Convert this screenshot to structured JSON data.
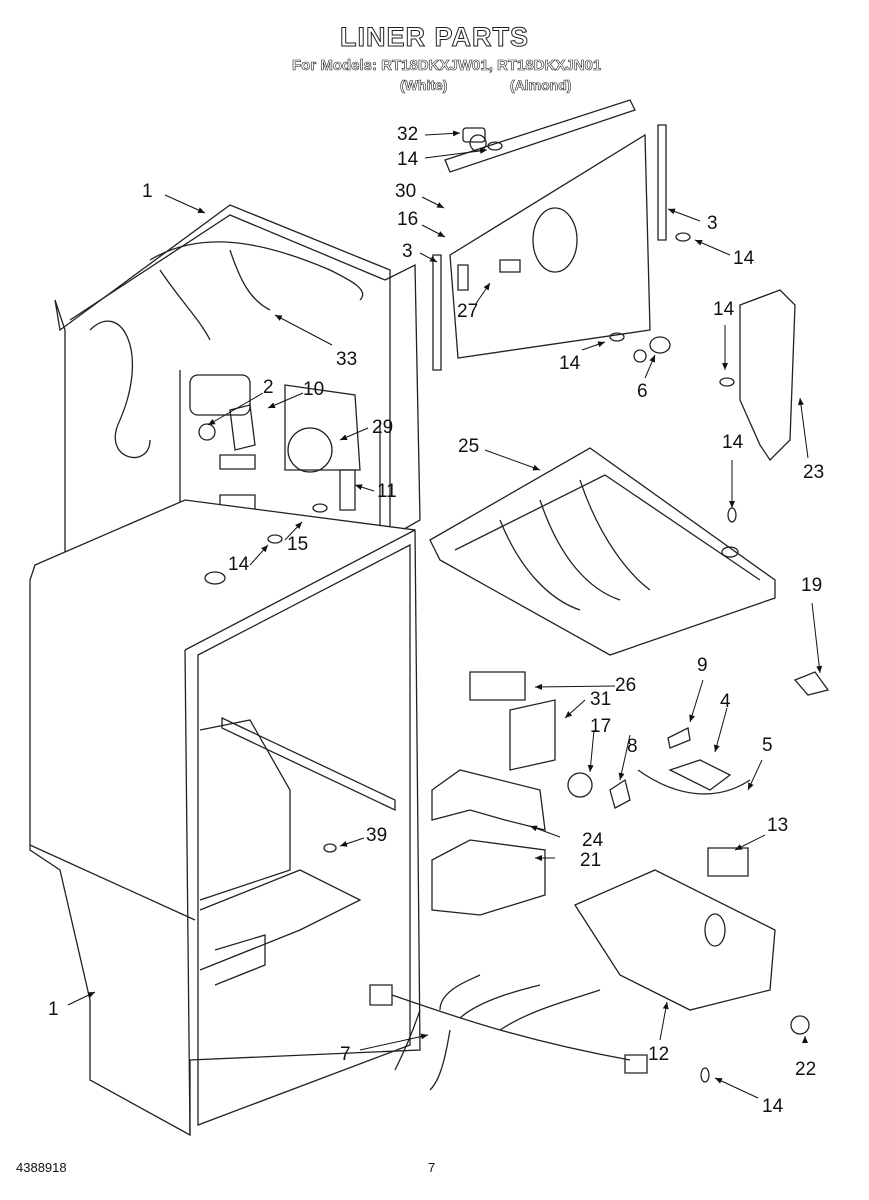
{
  "header": {
    "title": "LINER PARTS",
    "models_label": "For Models: RT18DKXJW01, RT18DKXJN01",
    "variants": [
      "(White)",
      "(Almond)"
    ]
  },
  "callouts": [
    {
      "id": "c1a",
      "label": "1"
    },
    {
      "id": "c32",
      "label": "32"
    },
    {
      "id": "c14a",
      "label": "14"
    },
    {
      "id": "c30",
      "label": "30"
    },
    {
      "id": "c16",
      "label": "16"
    },
    {
      "id": "c3a",
      "label": "3"
    },
    {
      "id": "c3b",
      "label": "3"
    },
    {
      "id": "c14b",
      "label": "14"
    },
    {
      "id": "c27",
      "label": "27"
    },
    {
      "id": "c14c",
      "label": "14"
    },
    {
      "id": "c6",
      "label": "6"
    },
    {
      "id": "c14d",
      "label": "14"
    },
    {
      "id": "c23",
      "label": "23"
    },
    {
      "id": "c33",
      "label": "33"
    },
    {
      "id": "c2",
      "label": "2"
    },
    {
      "id": "c10",
      "label": "10"
    },
    {
      "id": "c29",
      "label": "29"
    },
    {
      "id": "c11",
      "label": "11"
    },
    {
      "id": "c14e",
      "label": "14"
    },
    {
      "id": "c15",
      "label": "15"
    },
    {
      "id": "c25",
      "label": "25"
    },
    {
      "id": "c14f",
      "label": "14"
    },
    {
      "id": "c19",
      "label": "19"
    },
    {
      "id": "c26",
      "label": "26"
    },
    {
      "id": "c31",
      "label": "31"
    },
    {
      "id": "c17",
      "label": "17"
    },
    {
      "id": "c8",
      "label": "8"
    },
    {
      "id": "c9",
      "label": "9"
    },
    {
      "id": "c4",
      "label": "4"
    },
    {
      "id": "c5",
      "label": "5"
    },
    {
      "id": "c24",
      "label": "24"
    },
    {
      "id": "c21",
      "label": "21"
    },
    {
      "id": "c13",
      "label": "13"
    },
    {
      "id": "c39",
      "label": "39"
    },
    {
      "id": "c1b",
      "label": "1"
    },
    {
      "id": "c7",
      "label": "7"
    },
    {
      "id": "c12",
      "label": "12"
    },
    {
      "id": "c22",
      "label": "22"
    },
    {
      "id": "c14g",
      "label": "14"
    }
  ],
  "footer": {
    "doc_number": "4388918",
    "page_number": "7"
  }
}
